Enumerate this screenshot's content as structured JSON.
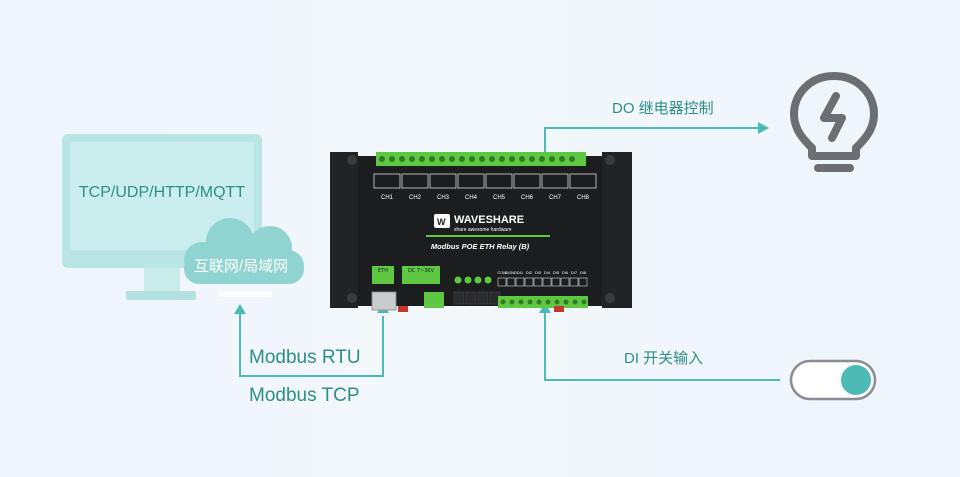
{
  "computer": {
    "protocols": "TCP/UDP/HTTP/MQTT"
  },
  "network": {
    "label": "互联网/局域网"
  },
  "links": {
    "modbus_rtu": "Modbus RTU",
    "modbus_tcp": "Modbus TCP"
  },
  "outputs": {
    "relay_label": "DO 继电器控制"
  },
  "inputs": {
    "switch_label": "DI 开关输入"
  },
  "device": {
    "brand": "WAVESHARE",
    "tagline": "share awesome hardware",
    "model": "Modbus POE ETH Relay (B)",
    "eth_label": "ETH",
    "power_label": "DC 7~36V",
    "channels": [
      "CH1",
      "CH2",
      "CH3",
      "CH4",
      "CH5",
      "CH6",
      "CH7",
      "CH8"
    ],
    "di_labels": [
      "COM",
      "DGND",
      "DI1",
      "DI2",
      "DI3",
      "DI4",
      "DI5",
      "DI6",
      "DI7",
      "DI8"
    ]
  },
  "colors": {
    "accent": "#4dbab5",
    "text_teal": "#2f8d8a",
    "terminal_green": "#5fc843",
    "device_body": "#1c1d1f"
  }
}
